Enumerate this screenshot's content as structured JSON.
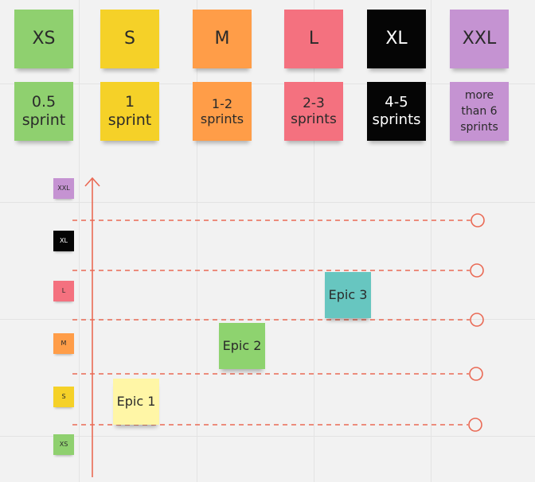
{
  "colors": {
    "XS": "#8fd06f",
    "S": "#f5d128",
    "M": "#ff9d48",
    "L": "#f4717f",
    "XL": "#000000",
    "XXL": "#c593d2",
    "epic1": "#fff6a6",
    "epic2": "#8ed36f",
    "epic3": "#67c6c0",
    "arrow": "#ea6a55"
  },
  "sizes": [
    {
      "label": "XS",
      "duration": "0.5 sprint"
    },
    {
      "label": "S",
      "duration": "1 sprint"
    },
    {
      "label": "M",
      "duration": "1-2 sprints"
    },
    {
      "label": "L",
      "duration": "2-3 sprints"
    },
    {
      "label": "XL",
      "duration": "4-5 sprints"
    },
    {
      "label": "XXL",
      "duration": "more than 6 sprints"
    }
  ],
  "axis_labels": [
    "XXL",
    "XL",
    "L",
    "M",
    "S",
    "XS"
  ],
  "epics": [
    {
      "label": "Epic 1",
      "size": "S"
    },
    {
      "label": "Epic 2",
      "size": "M"
    },
    {
      "label": "Epic 3",
      "size": "L"
    }
  ]
}
